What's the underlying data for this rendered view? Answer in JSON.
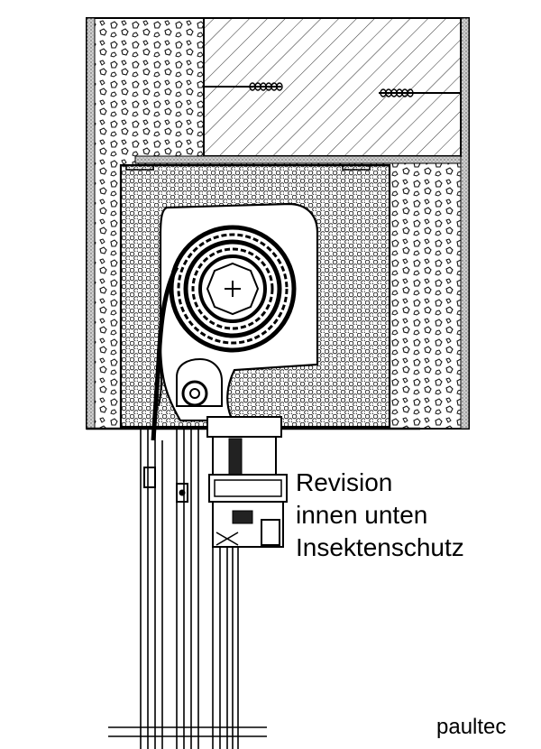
{
  "labels": {
    "line1": "Revision",
    "line2": "innen unten",
    "line3": "Insektenschutz"
  },
  "brand": "paultec",
  "colors": {
    "line": "#000000",
    "background": "#ffffff",
    "wall_gray": "#999999"
  }
}
